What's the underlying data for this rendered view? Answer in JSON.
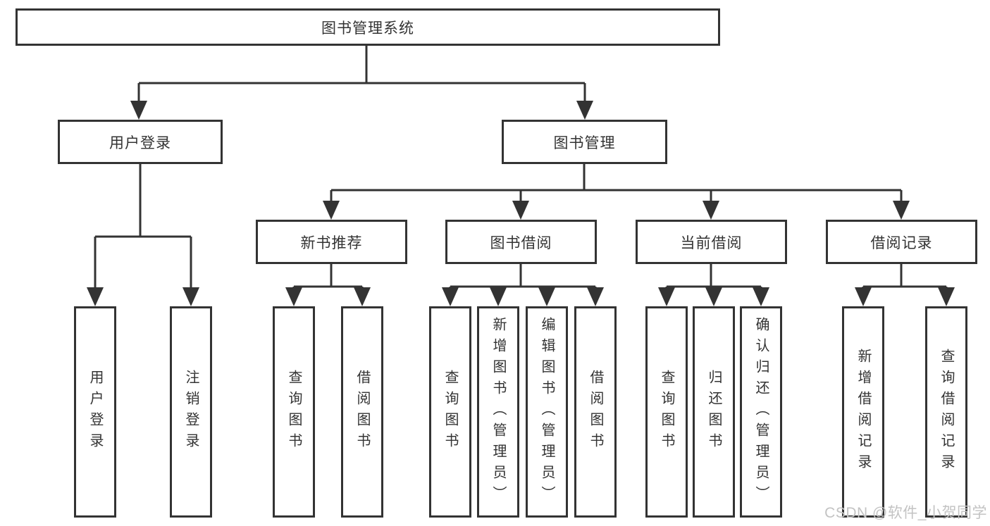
{
  "nodes": {
    "root": "图书管理系统",
    "user_login": "用户登录",
    "book_management": "图书管理",
    "new_book_recommend": "新书推荐",
    "book_borrowing": "图书借阅",
    "current_borrowing": "当前借阅",
    "borrowing_records": "借阅记录"
  },
  "leaves": {
    "user_login": [
      "用户登录",
      "注销登录"
    ],
    "new_book_recommend": [
      "查询图书",
      "借阅图书"
    ],
    "book_borrowing": [
      "查询图书",
      "新增图书（管理员）",
      "编辑图书（管理员）",
      "借阅图书"
    ],
    "current_borrowing": [
      "查询图书",
      "归还图书",
      "确认归还（管理员）"
    ],
    "borrowing_records": [
      "新增借阅记录",
      "查询借阅记录"
    ]
  },
  "watermark": "CSDN @软件_小贺同学",
  "colors": {
    "line": "#333333",
    "text": "#333333",
    "box_fill": "#ffffff",
    "watermark": "#c3c3c3",
    "background": "#ffffff"
  }
}
